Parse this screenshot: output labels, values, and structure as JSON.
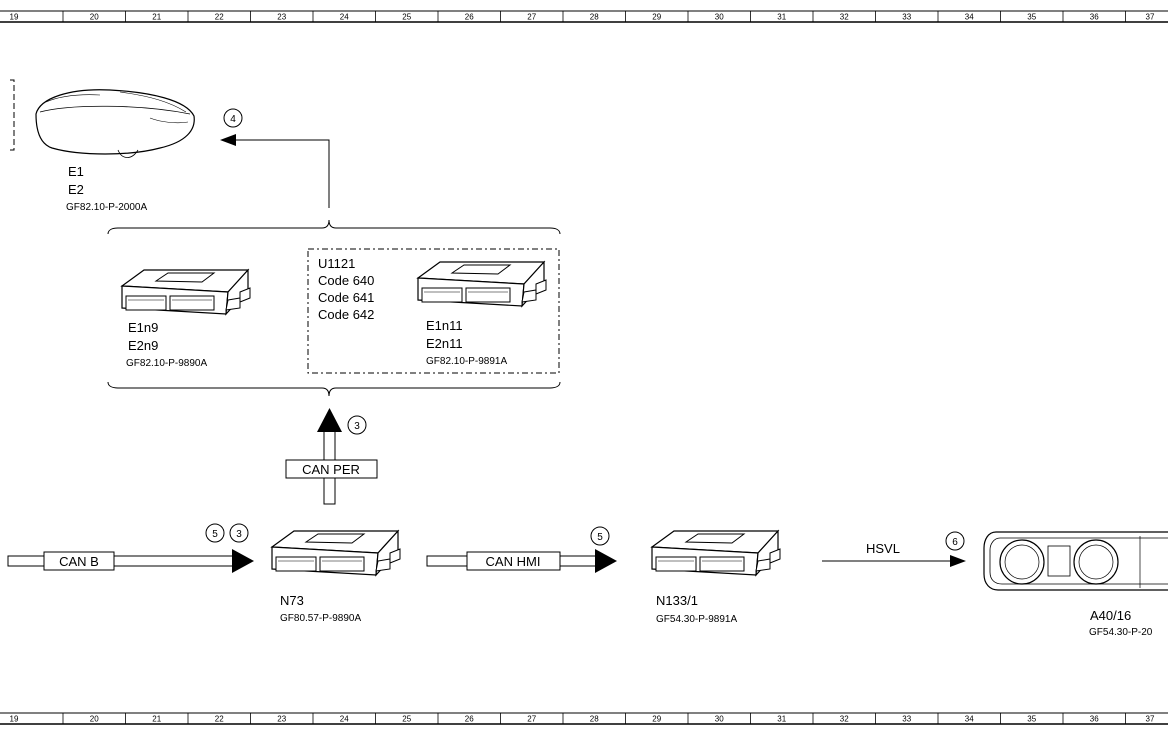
{
  "ruler": {
    "numbers": [
      "19",
      "20",
      "21",
      "22",
      "23",
      "24",
      "25",
      "26",
      "27",
      "28",
      "29",
      "30",
      "31",
      "32",
      "33",
      "34",
      "35",
      "36",
      "37"
    ]
  },
  "headlamp": {
    "label1": "E1",
    "label2": "E2",
    "ref": "GF82.10-P-2000A",
    "circle": "4"
  },
  "module_e1n9": {
    "label1": "E1n9",
    "label2": "E2n9",
    "ref": "GF82.10-P-9890A"
  },
  "option_box": {
    "line1": "U1121",
    "line2": "Code 640",
    "line3": "Code 641",
    "line4": "Code 642"
  },
  "module_e1n11": {
    "label1": "E1n11",
    "label2": "E2n11",
    "ref": "GF82.10-P-9891A"
  },
  "can_per": {
    "label": "CAN PER",
    "circle": "3"
  },
  "can_b": {
    "label": "CAN B",
    "circle1": "5",
    "circle2": "3"
  },
  "module_n73": {
    "label": "N73",
    "ref": "GF80.57-P-9890A"
  },
  "can_hmi": {
    "label": "CAN HMI",
    "circle": "5"
  },
  "module_n133": {
    "label": "N133/1",
    "ref": "GF54.30-P-9891A"
  },
  "hsvl": {
    "label": "HSVL",
    "circle": "6"
  },
  "cluster": {
    "label": "A40/16",
    "ref": "GF54.30-P-20"
  }
}
